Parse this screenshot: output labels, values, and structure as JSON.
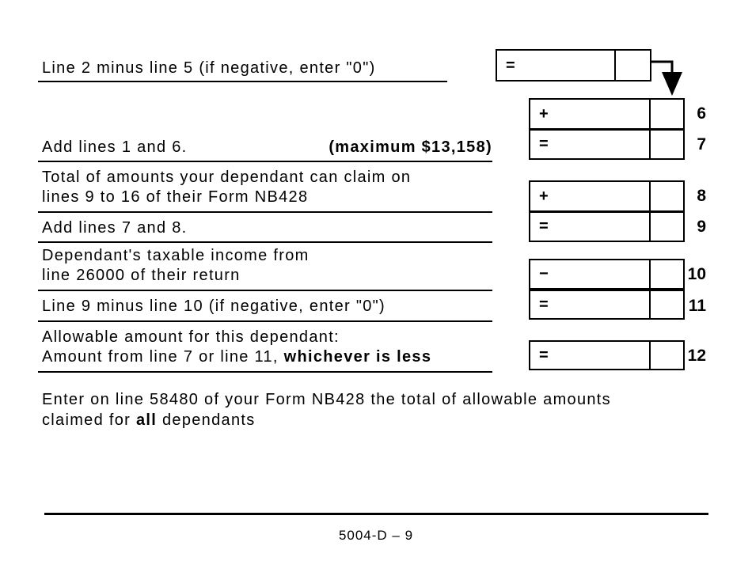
{
  "colors": {
    "ink": "#000000",
    "paper": "#ffffff"
  },
  "rows": {
    "result": {
      "label": "Line 2 minus line 5 (if negative, enter \"0\")",
      "operator": "="
    },
    "line6": {
      "operator": "+",
      "line_no": "6"
    },
    "line7": {
      "label": "Add lines 1 and 6.",
      "note": "(maximum $13,158)",
      "operator": "=",
      "line_no": "7"
    },
    "line8": {
      "label_line1": "Total of amounts your dependant can claim on",
      "label_line2": "lines 9 to 16 of their Form NB428",
      "operator": "+",
      "line_no": "8"
    },
    "line9": {
      "label": "Add lines 7 and 8.",
      "operator": "=",
      "line_no": "9"
    },
    "line10": {
      "label_line1": "Dependant's taxable income from",
      "label_line2": "line 26000 of their return",
      "operator": "−",
      "line_no": "10"
    },
    "line11": {
      "label": "Line 9 minus line 10 (if negative, enter \"0\")",
      "operator": "=",
      "line_no": "11"
    },
    "line12": {
      "label_line1": "Allowable amount for this dependant:",
      "label_line2_text": "Amount from line 7 or line 11, ",
      "label_line2_bold": "whichever is less",
      "operator": "=",
      "line_no": "12"
    }
  },
  "closing_note": {
    "line1": "Enter on line 58480 of your Form NB428 the total of allowable amounts",
    "line2_text": "claimed for ",
    "line2_bold": "all",
    "line2_suffix": " dependants"
  },
  "footer": {
    "page_label": "5004-D – 9"
  }
}
